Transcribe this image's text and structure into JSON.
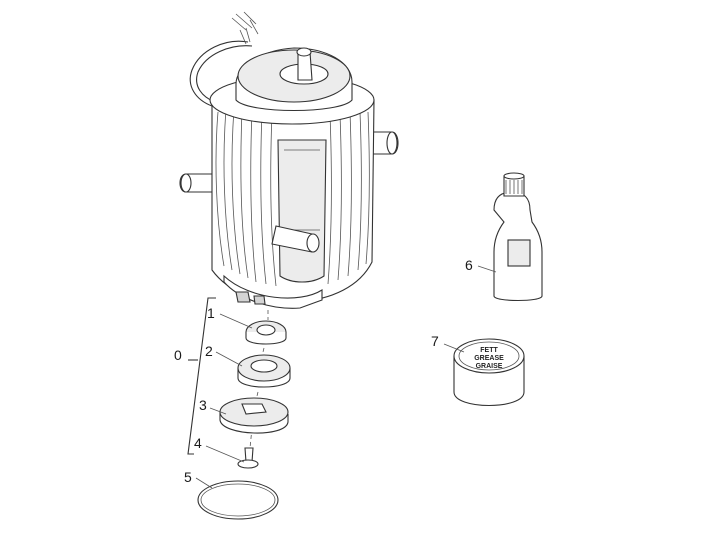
{
  "labels": {
    "l0": "0",
    "l1": "1",
    "l2": "2",
    "l3": "3",
    "l4": "4",
    "l5": "5",
    "l6": "6",
    "l7": "7"
  },
  "grease_can": {
    "line1": "FETT",
    "line2": "GREASE",
    "line3": "GRAISE"
  }
}
